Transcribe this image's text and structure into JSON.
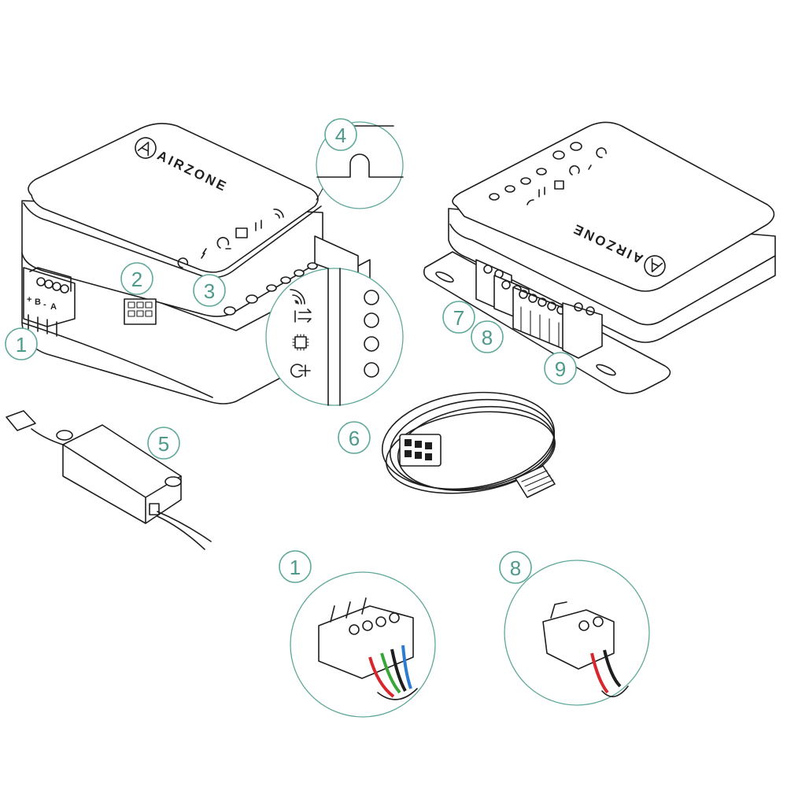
{
  "brand": {
    "logo_text": "AIRZONE"
  },
  "terminal_labels": {
    "plus": "+",
    "b": "B",
    "minus": "-",
    "a": "A"
  },
  "callouts": [
    {
      "id": "c1",
      "label": "1"
    },
    {
      "id": "c2",
      "label": "2"
    },
    {
      "id": "c3",
      "label": "3"
    },
    {
      "id": "c4",
      "label": "4"
    },
    {
      "id": "c5",
      "label": "5"
    },
    {
      "id": "c6",
      "label": "6"
    },
    {
      "id": "c7",
      "label": "7"
    },
    {
      "id": "c8",
      "label": "8"
    },
    {
      "id": "c9",
      "label": "9"
    },
    {
      "id": "c1b",
      "label": "1"
    },
    {
      "id": "c8b",
      "label": "8"
    }
  ],
  "led_icons": [
    "wifi-icon",
    "data-transfer-icon",
    "chip-icon",
    "power-plug-icon",
    "reset-icon",
    "link-icon"
  ],
  "colors": {
    "callout": "#5fa89a",
    "wire_red": "#d8262c",
    "wire_green": "#3aa63a",
    "wire_blue": "#2b7cd3",
    "wire_black": "#1e1e1e"
  }
}
